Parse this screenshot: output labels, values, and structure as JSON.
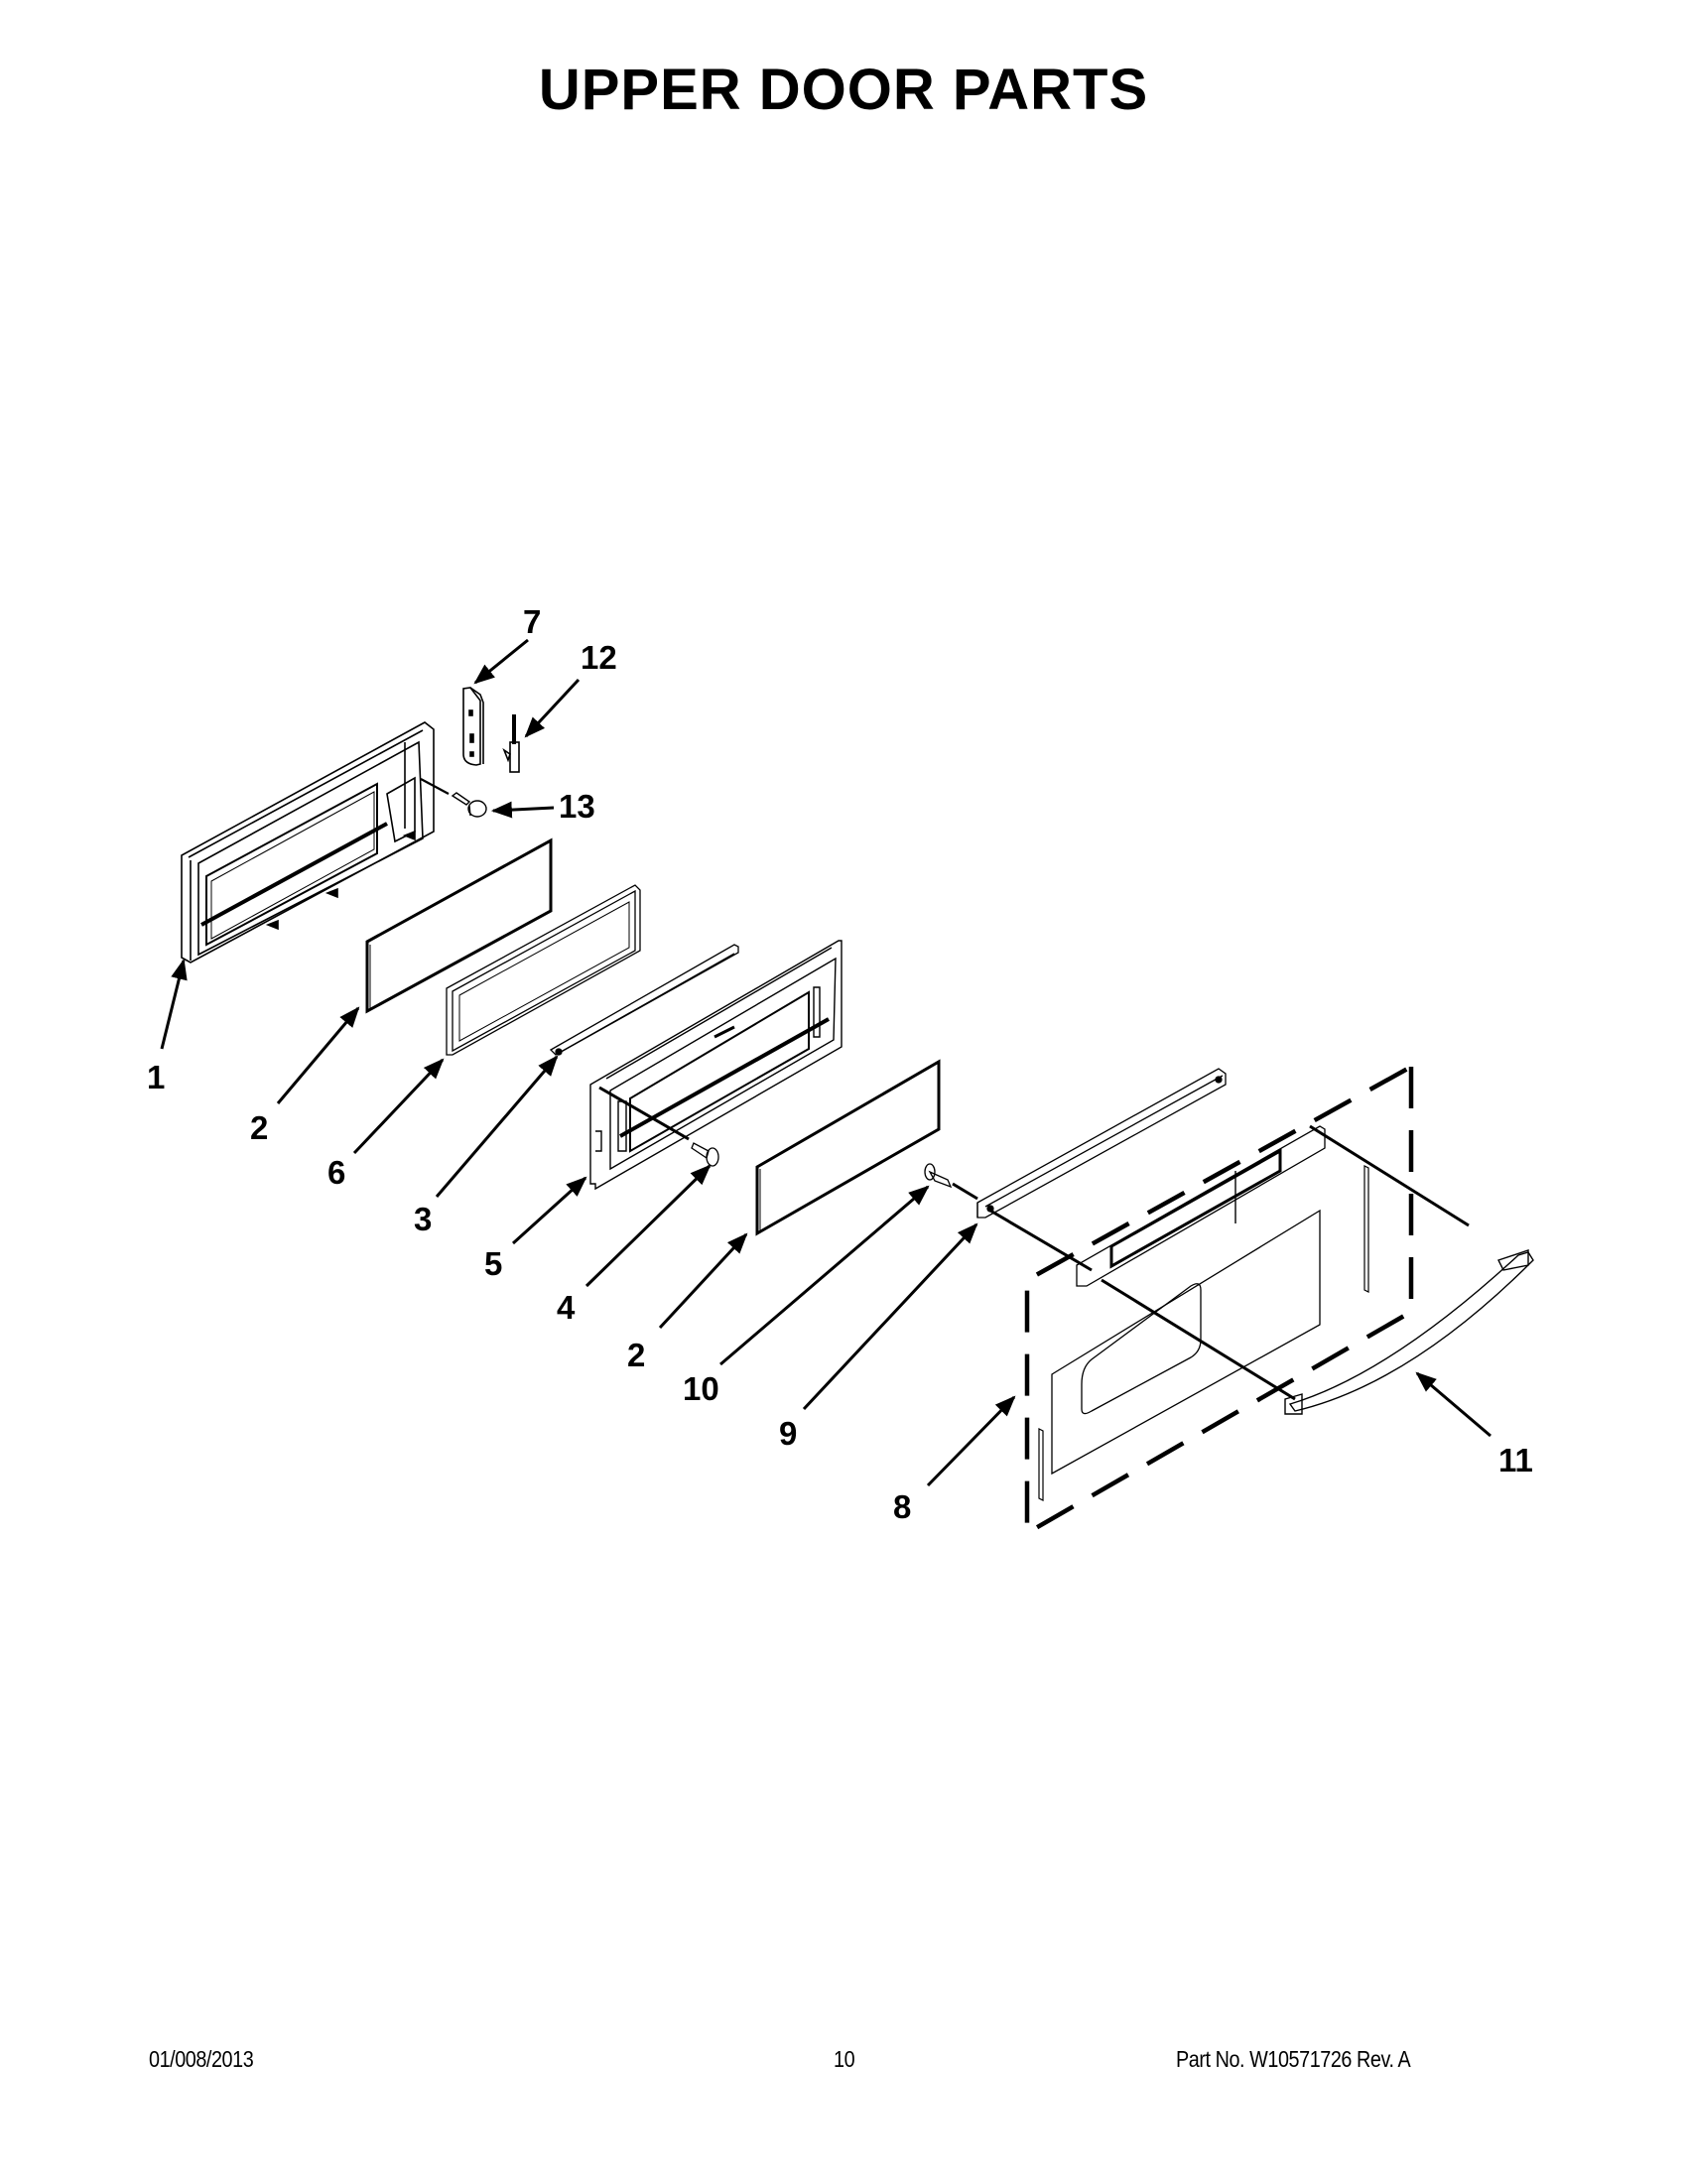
{
  "page": {
    "title": "UPPER DOOR PARTS"
  },
  "diagram": {
    "description": "Exploded view of upper oven door assembly",
    "callouts": [
      {
        "id": "c1",
        "label": "1",
        "part": "inner-door-frame"
      },
      {
        "id": "c2a",
        "label": "2",
        "part": "glass-panel-inner"
      },
      {
        "id": "c6",
        "label": "6",
        "part": "glass-pack-frame"
      },
      {
        "id": "c3",
        "label": "3",
        "part": "glass-retainer-strip"
      },
      {
        "id": "c5",
        "label": "5",
        "part": "door-liner-frame"
      },
      {
        "id": "c4",
        "label": "4",
        "part": "screw"
      },
      {
        "id": "c2b",
        "label": "2",
        "part": "glass-panel-outer"
      },
      {
        "id": "c10",
        "label": "10",
        "part": "handle-screw"
      },
      {
        "id": "c9",
        "label": "9",
        "part": "top-trim-rail"
      },
      {
        "id": "c8",
        "label": "8",
        "part": "outer-door-panel"
      },
      {
        "id": "c11",
        "label": "11",
        "part": "door-handle"
      },
      {
        "id": "c7",
        "label": "7",
        "part": "hinge-bracket"
      },
      {
        "id": "c12",
        "label": "12",
        "part": "latch-pin"
      },
      {
        "id": "c13",
        "label": "13",
        "part": "bumper"
      }
    ]
  },
  "footer": {
    "date": "01/008/2013",
    "page_number": "10",
    "part_number": "Part No.  W10571726  Rev.  A"
  }
}
